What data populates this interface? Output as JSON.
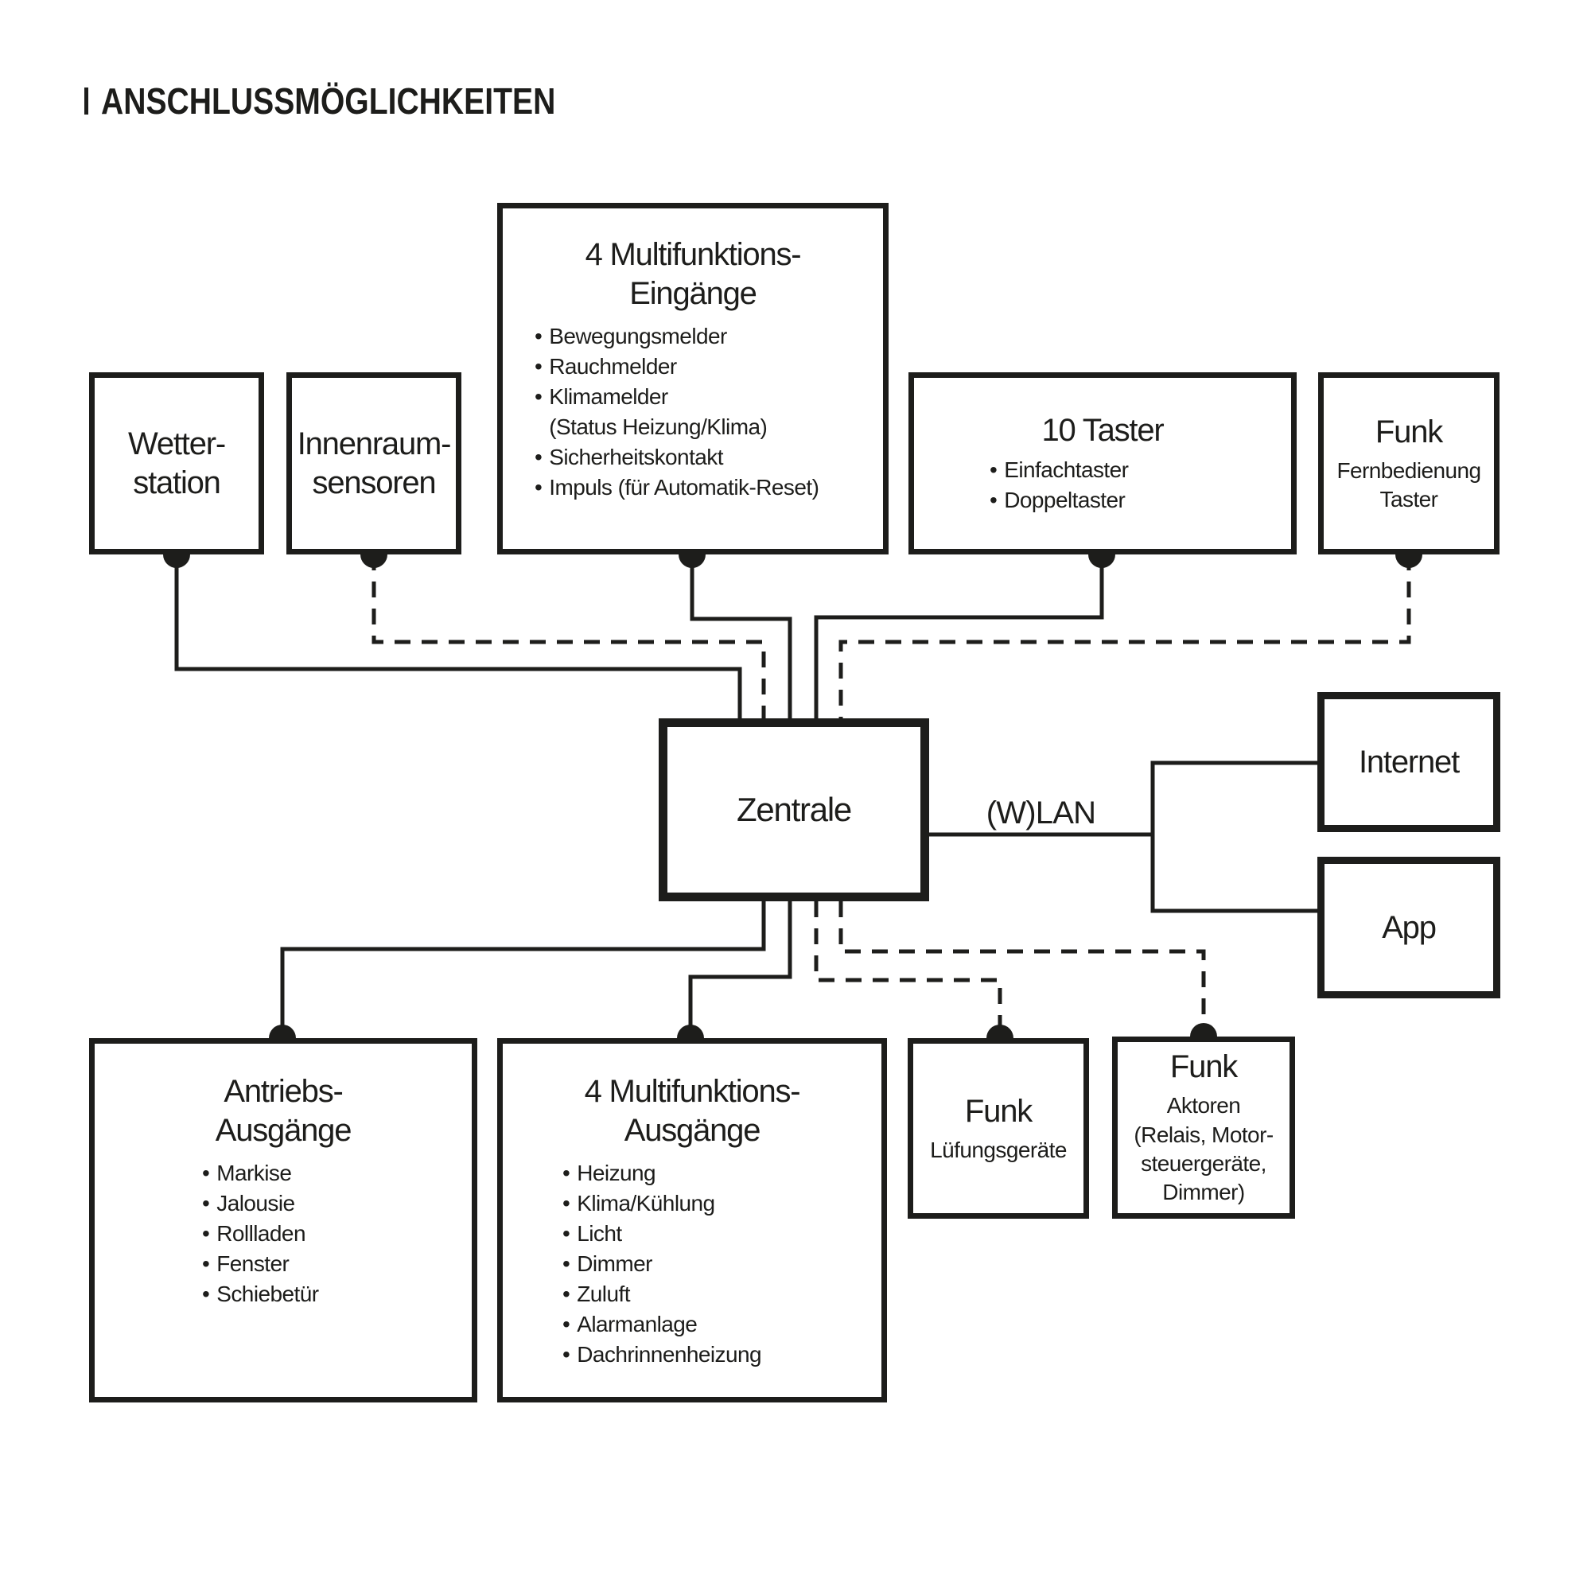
{
  "heading": {
    "text": "ANSCHLUSSMÖGLICHKEITEN"
  },
  "colors": {
    "ink": "#1d1d1b",
    "background": "#ffffff"
  },
  "bullet_char": "•",
  "wlan_label": "(W)LAN",
  "nodes": {
    "wetterstation": {
      "title": "Wetter-\nstation"
    },
    "innenraumsensoren": {
      "title": "Innenraum-\nsensoren"
    },
    "multifunktions_eingaenge": {
      "title": "4 Multifunktions-\nEingänge",
      "bullets": [
        "Bewegungsmelder",
        "Rauchmelder",
        "Klimamelder\n(Status Heizung/Klima)",
        "Sicherheitskontakt",
        "Impuls (für Automatik-Reset)"
      ]
    },
    "taster": {
      "title": "10 Taster",
      "bullets": [
        "Einfachtaster",
        "Doppeltaster"
      ]
    },
    "funk_fernbedienung": {
      "title": "Funk",
      "subtitle": "Fernbedienung\nTaster"
    },
    "zentrale": {
      "title": "Zentrale"
    },
    "internet": {
      "title": "Internet"
    },
    "app": {
      "title": "App"
    },
    "antriebs_ausgaenge": {
      "title": "Antriebs-\nAusgänge",
      "bullets": [
        "Markise",
        "Jalousie",
        "Rollladen",
        "Fenster",
        "Schiebetür"
      ]
    },
    "multifunktions_ausgaenge": {
      "title": "4 Multifunktions-\nAusgänge",
      "bullets": [
        "Heizung",
        "Klima/Kühlung",
        "Licht",
        "Dimmer",
        "Zuluft",
        "Alarmanlage",
        "Dachrinnenheizung"
      ]
    },
    "funk_lueftungsgeraete": {
      "title": "Funk",
      "subtitle": "Lüfungsgeräte"
    },
    "funk_aktoren": {
      "title": "Funk",
      "subtitle": "Aktoren\n(Relais, Motor-\nsteuergeräte,\nDimmer)"
    }
  }
}
